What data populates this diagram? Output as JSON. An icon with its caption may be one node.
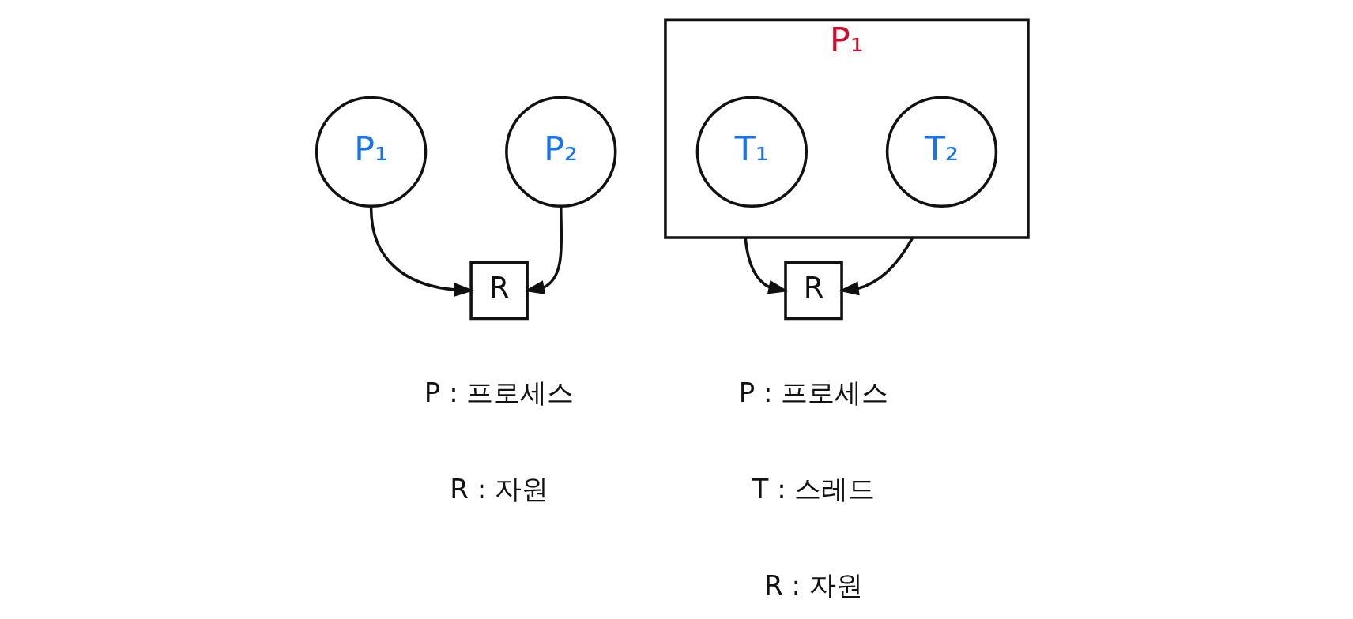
{
  "diagram": {
    "nodes": [
      {
        "text": [
          "P₁"
        ]
      },
      {
        "text": [
          "P₂"
        ]
      },
      {
        "text": [
          "R"
        ]
      },
      {
        "text": [
          "P₁"
        ]
      },
      {
        "text": [
          "T₁"
        ],
        "in": 3
      },
      {
        "text": [
          "T₂"
        ],
        "in": 3
      },
      {
        "text": [
          "R"
        ]
      }
    ],
    "edges": [
      {
        "from": 0,
        "to": 2,
        "arrow": "to"
      },
      {
        "from": 1,
        "to": 2,
        "arrow": "to"
      },
      {
        "from": 3,
        "to": 6,
        "arrow": "to"
      },
      {
        "from": 3,
        "to": 6,
        "arrow": "to"
      }
    ],
    "labels": [
      "P : 프로세스",
      "R : 자원",
      "P : 프로세스",
      "T : 스레드",
      "R : 자원"
    ]
  }
}
